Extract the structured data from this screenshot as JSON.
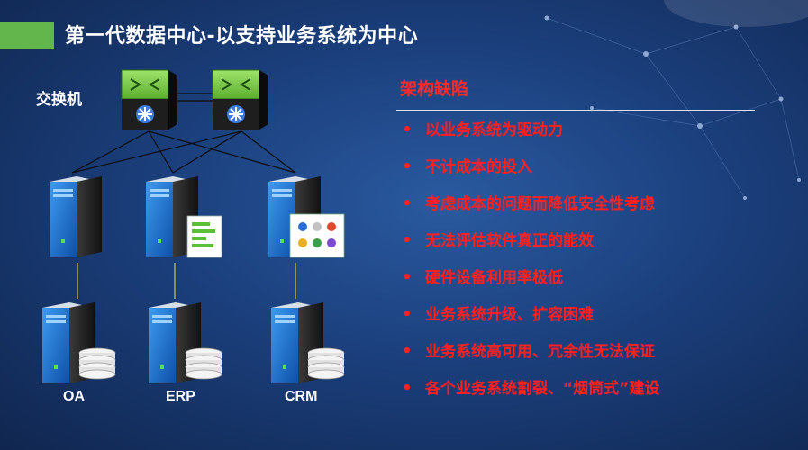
{
  "header": {
    "title": "第一代数据中心-以支持业务系统为中心"
  },
  "diagram": {
    "switch_label": "交换机",
    "servers": [
      {
        "label": "OA"
      },
      {
        "label": "ERP"
      },
      {
        "label": "CRM"
      }
    ]
  },
  "panel": {
    "title": "架构缺陷",
    "bullet": "•",
    "items": [
      "以业务系统为驱动力",
      "不计成本的投入",
      "考虑成本的问题而降低安全性考虑",
      "无法评估软件真正的能效",
      "硬件设备利用率极低",
      "业务系统升级、扩容困难",
      "业务系统高可用、冗余性无法保证",
      "各个业务系统割裂、“烟筒式”建设"
    ]
  },
  "colors": {
    "accent_green": "#63b64b",
    "defect_red": "#ff2020",
    "background": "#1b3f7c"
  }
}
